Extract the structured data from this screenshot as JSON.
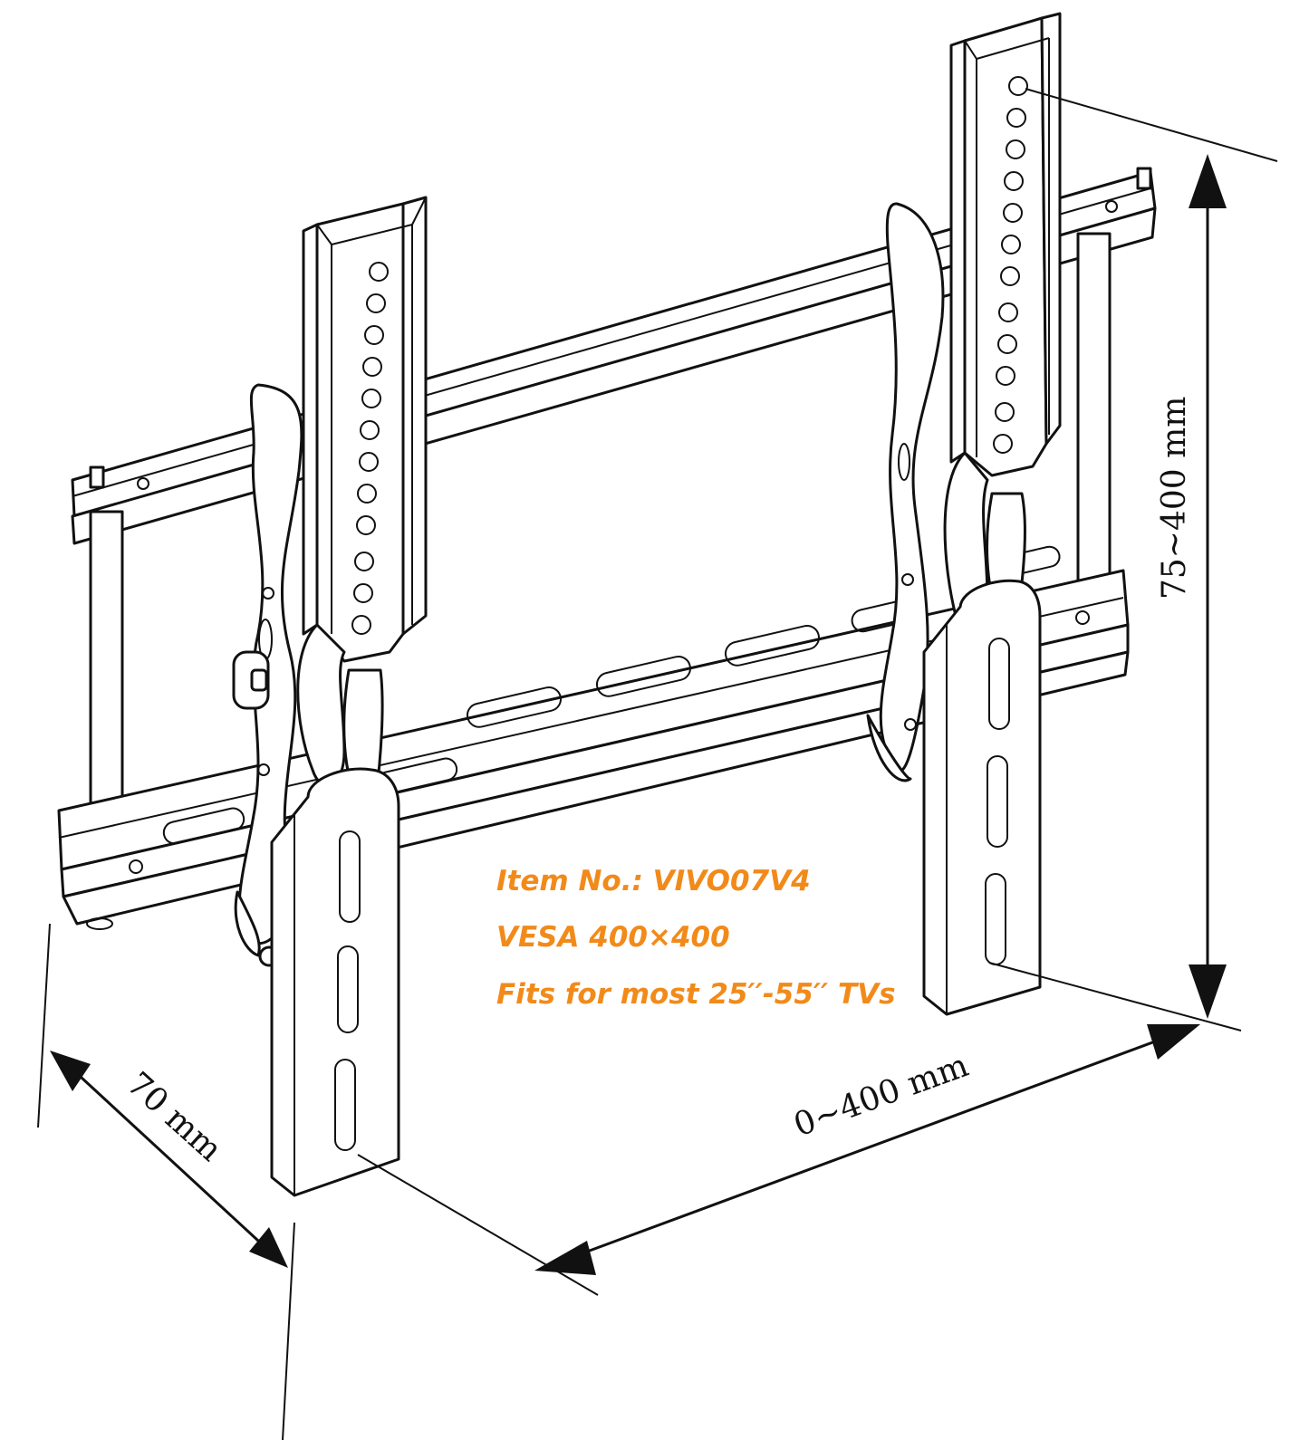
{
  "specs": {
    "item_number": "Item No.: VIVO07V4",
    "vesa": "VESA 400×400",
    "fits": "Fits for most 25′′-55′′ TVs"
  },
  "dimensions": {
    "height_range": "75~400 mm",
    "width_range": "0~400 mm",
    "depth": "70 mm"
  },
  "colors": {
    "accent": "#f28a1a",
    "line": "#111111",
    "background": "#ffffff"
  }
}
